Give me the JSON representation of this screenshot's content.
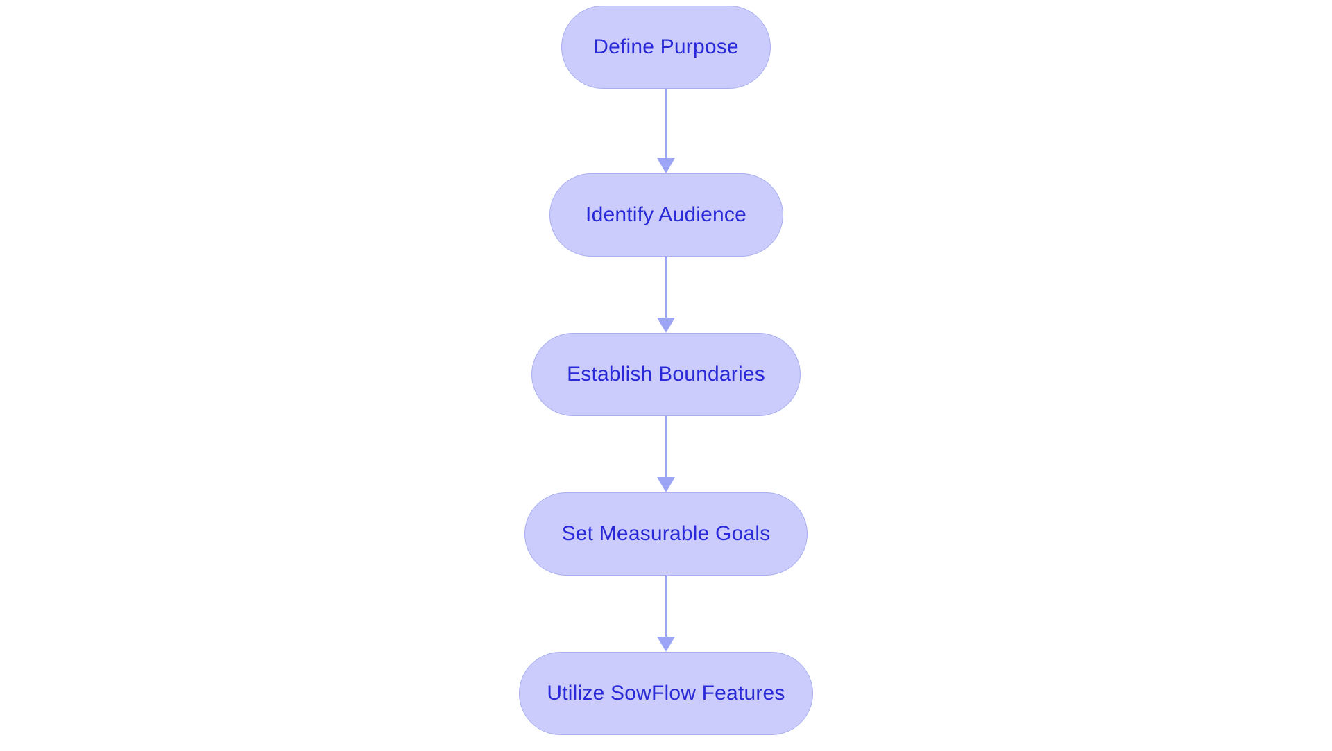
{
  "diagram": {
    "type": "flowchart",
    "orientation": "top-to-bottom",
    "title": "",
    "background_color": "#ffffff",
    "node_fill_color": "#cbccfb",
    "node_border_color": "#a8aef0",
    "node_text_color": "#2929d8",
    "connector_color": "#9ba4f5",
    "node_shape": "stadium",
    "nodes": [
      {
        "id": "define-purpose",
        "label": "Define Purpose",
        "order": 1
      },
      {
        "id": "identify-audience",
        "label": "Identify Audience",
        "order": 2
      },
      {
        "id": "establish-boundaries",
        "label": "Establish Boundaries",
        "order": 3
      },
      {
        "id": "set-measurable-goals",
        "label": "Set Measurable Goals",
        "order": 4
      },
      {
        "id": "utilize-sowflow-features",
        "label": "Utilize SowFlow Features",
        "order": 5
      }
    ],
    "edges": [
      {
        "from": "define-purpose",
        "to": "identify-audience",
        "label": "",
        "arrow": "down"
      },
      {
        "from": "identify-audience",
        "to": "establish-boundaries",
        "label": "",
        "arrow": "down"
      },
      {
        "from": "establish-boundaries",
        "to": "set-measurable-goals",
        "label": "",
        "arrow": "down"
      },
      {
        "from": "set-measurable-goals",
        "to": "utilize-sowflow-features",
        "label": "",
        "arrow": "down"
      }
    ]
  }
}
